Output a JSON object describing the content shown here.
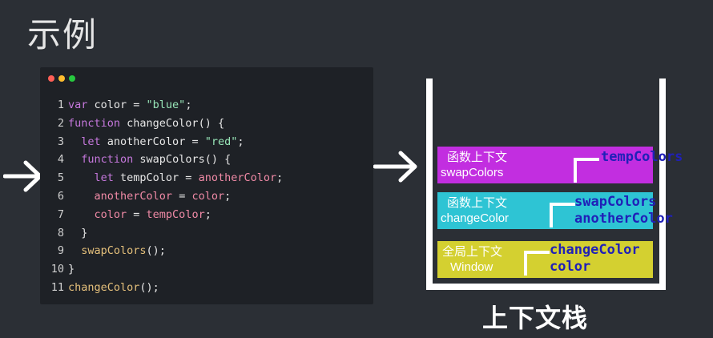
{
  "title": "示例",
  "window_dots": [
    "#ff5f56",
    "#ffbd2e",
    "#27c93f"
  ],
  "code_lines": [
    {
      "num": "1",
      "tokens": [
        {
          "t": "var",
          "c": "kw"
        },
        {
          "t": " color = ",
          "c": "plain"
        },
        {
          "t": "\"blue\"",
          "c": "str"
        },
        {
          "t": ";",
          "c": "plain"
        }
      ]
    },
    {
      "num": "2",
      "tokens": [
        {
          "t": "function",
          "c": "kw"
        },
        {
          "t": " changeColor() {",
          "c": "plain"
        }
      ]
    },
    {
      "num": "3",
      "tokens": [
        {
          "t": "  ",
          "c": "plain"
        },
        {
          "t": "let",
          "c": "kw"
        },
        {
          "t": " anotherColor = ",
          "c": "plain"
        },
        {
          "t": "\"red\"",
          "c": "str"
        },
        {
          "t": ";",
          "c": "plain"
        }
      ]
    },
    {
      "num": "4",
      "tokens": [
        {
          "t": "  ",
          "c": "plain"
        },
        {
          "t": "function",
          "c": "kw"
        },
        {
          "t": " swapColors() {",
          "c": "plain"
        }
      ]
    },
    {
      "num": "5",
      "tokens": [
        {
          "t": "    ",
          "c": "plain"
        },
        {
          "t": "let",
          "c": "kw"
        },
        {
          "t": " tempColor = ",
          "c": "plain"
        },
        {
          "t": "anotherColor",
          "c": "var"
        },
        {
          "t": ";",
          "c": "plain"
        }
      ]
    },
    {
      "num": "6",
      "tokens": [
        {
          "t": "    ",
          "c": "plain"
        },
        {
          "t": "anotherColor",
          "c": "var"
        },
        {
          "t": " = ",
          "c": "plain"
        },
        {
          "t": "color",
          "c": "var"
        },
        {
          "t": ";",
          "c": "plain"
        }
      ]
    },
    {
      "num": "7",
      "tokens": [
        {
          "t": "    ",
          "c": "plain"
        },
        {
          "t": "color",
          "c": "var"
        },
        {
          "t": " = ",
          "c": "plain"
        },
        {
          "t": "tempColor",
          "c": "var"
        },
        {
          "t": ";",
          "c": "plain"
        }
      ]
    },
    {
      "num": "8",
      "tokens": [
        {
          "t": "  }",
          "c": "plain"
        }
      ]
    },
    {
      "num": "9",
      "tokens": [
        {
          "t": "  ",
          "c": "plain"
        },
        {
          "t": "swapColors",
          "c": "fn"
        },
        {
          "t": "();",
          "c": "plain"
        }
      ]
    },
    {
      "num": "10",
      "tokens": [
        {
          "t": "}",
          "c": "plain"
        }
      ]
    },
    {
      "num": "11",
      "tokens": [
        {
          "t": "changeColor",
          "c": "fn"
        },
        {
          "t": "();",
          "c": "plain"
        }
      ]
    }
  ],
  "stack": {
    "caption": "上下文栈",
    "frames": [
      {
        "line1": "函数上下文",
        "line2": "swapColors",
        "color": "#c22ee0",
        "vars": [
          "tempColors"
        ]
      },
      {
        "line1": "函数上下文",
        "line2": "changeColor",
        "color": "#2ec4d4",
        "vars": [
          "swapColors",
          "anotherColor"
        ]
      },
      {
        "line1": "全局上下文",
        "line2": "Window",
        "color": "#d4d030",
        "vars": [
          "changeColor",
          "color"
        ]
      }
    ],
    "var_color": "#2020b8"
  },
  "icons": {
    "left_arrow": "right-arrow-icon",
    "middle_arrow": "right-arrow-icon"
  }
}
